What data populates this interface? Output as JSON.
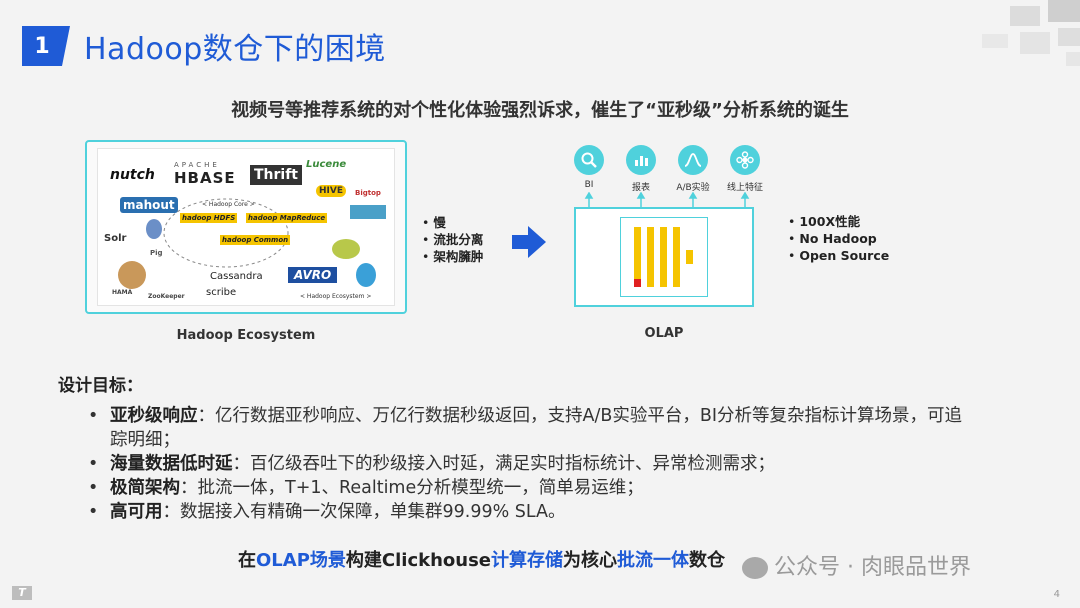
{
  "title": {
    "number": "1",
    "text": "Hadoop数仓下的困境"
  },
  "subtitle": "视频号等推荐系统的对个性化体验强烈诉求，催生了“亚秒级”分析系统的诞生",
  "ecosystem": {
    "caption": "Hadoop Ecosystem",
    "logos": {
      "nutch": "nutch",
      "hbase_top": "APACHE",
      "hbase": "HBASE",
      "thrift": "Thrift",
      "lucene": "Lucene",
      "mahout": "mahout",
      "hadoop_core": "< Hadoop Core >",
      "solr": "Solr",
      "pig": "Pig",
      "cassandra": "Cassandra",
      "scribe": "scribe",
      "avro": "AVRO",
      "hadoop_ecosystem": "< Hadoop Ecosystem >",
      "zookeeper": "ZooKeeper",
      "hama": "HAMA",
      "bigtop": "Bigtop",
      "hive": "HIVE",
      "hadoop_hdfs": "hadoop HDFS",
      "hadoop_mr": "hadoop MapReduce",
      "hadoop_common": "hadoop Common"
    }
  },
  "mid_points": [
    "慢",
    "流批分离",
    "架构臃肿"
  ],
  "olap": {
    "caption": "OLAP",
    "icons": [
      {
        "label": "BI",
        "icon": "search-icon"
      },
      {
        "label": "报表",
        "icon": "bar-chart-icon"
      },
      {
        "label": "A/B实验",
        "icon": "bell-curve-icon"
      },
      {
        "label": "线上特征",
        "icon": "flower-icon"
      }
    ]
  },
  "right_points": [
    "100X性能",
    "No Hadoop",
    "Open Source"
  ],
  "goals_title": "设计目标：",
  "goals": [
    {
      "key": "亚秒级响应",
      "text": "：亿行数据亚秒响应、万亿行数据秒级返回，支持A/B实验平台，BI分析等复杂指标计算场景，可追踪明细；"
    },
    {
      "key": "海量数据低时延",
      "text": "：百亿级吞吐下的秒级接入时延，满足实时指标统计、异常检测需求；"
    },
    {
      "key": "极简架构",
      "text": "：批流一体，T+1、Realtime分析模型统一，简单易运维；"
    },
    {
      "key": "高可用",
      "text": "：数据接入有精确一次保障，单集群99.99% SLA。"
    }
  ],
  "bottom": {
    "p1": "在",
    "b1": "OLAP场景",
    "p2": "构建Clickhouse",
    "b2": "计算存储",
    "p3": "为核心",
    "b3": "批流一体",
    "p4": "数仓"
  },
  "watermark": "公众号 · 肉眼品世界",
  "page_number": "4",
  "colors": {
    "accent": "#1f5bd6",
    "cyan": "#4fd1dc",
    "bar": "#f5c400",
    "red": "#e02020"
  }
}
